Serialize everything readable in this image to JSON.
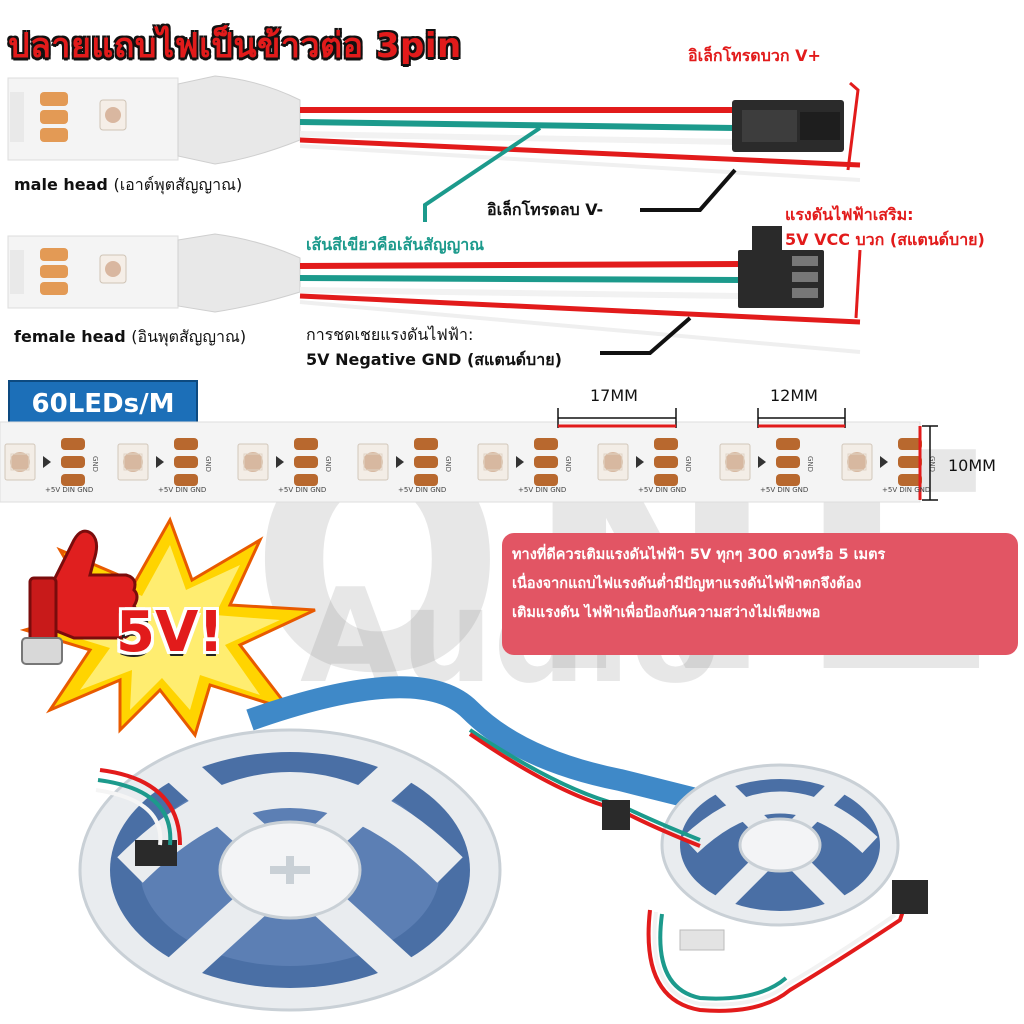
{
  "title": "ปลายแถบไฟเป็นข้าวต่อ 3pin",
  "labels": {
    "v_plus": "อิเล็กโทรดบวก V+",
    "male_head": "male head",
    "male_head_th": "(เอาต์พุตสัญญาณ)",
    "v_minus": "อิเล็กโทรดลบ V-",
    "green_signal": "เส้นสีเขียวคือเส้นสัญญาณ",
    "aux_power_1": "แรงดันไฟฟ้าเสริม:",
    "aux_power_2": "5V VCC บวก (สแตนด์บาย)",
    "female_head": "female head",
    "female_head_th": "(อินพุตสัญญาณ)",
    "compensation_1": "การชดเชยแรงดันไฟฟ้า:",
    "compensation_2": "5V Negative GND (สแตนด์บาย)"
  },
  "strip": {
    "density": "60LEDs/M",
    "pitch": "17MM",
    "pad": "12MM",
    "width": "10MM",
    "pad_text": "+5V DIN GND"
  },
  "info": {
    "line1": "ทางที่ดีควรเติมแรงดันไฟฟ้า 5V ทุกๆ 300 ดวงหรือ 5 เมตร",
    "line2": "เนื่องจากแถบไฟแรงดันต่ำมีปัญหาแรงดันไฟฟ้าตกจึงต้อง",
    "line3": "เติมแรงดัน ไฟฟ้าเพื่อป้องกันความสว่างไม่เพียงพอ"
  },
  "burst_text": "5V!",
  "watermark": {
    "brand": "ONE",
    "sub": "Audio"
  },
  "colors": {
    "red_wire": "#e21b1b",
    "teal_wire": "#1c9a8c",
    "badge_blue": "#1c6fb8",
    "info_box": "#e25564"
  },
  "icons": [
    "thumbs-up-icon",
    "starburst-icon"
  ]
}
